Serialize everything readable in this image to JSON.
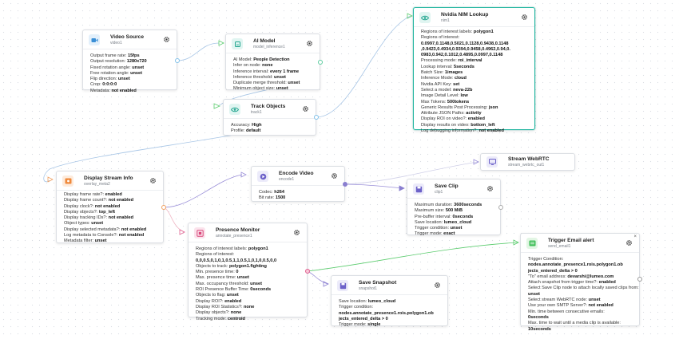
{
  "colors": {
    "accent": "#22b5a0",
    "wire_blue": "#a8c6e6",
    "wire_green": "#5ccc6f",
    "wire_purple": "#9a8fd8"
  },
  "nodes": {
    "video_source": {
      "title": "Video Source",
      "subtitle": "video1",
      "icon": "video-camera-icon",
      "rows": [
        {
          "k": "Output frame rate: ",
          "v": "15fps"
        },
        {
          "k": "Output resolution: ",
          "v": "1280x720"
        },
        {
          "k": "Fixed rotation angle: ",
          "v": "unset"
        },
        {
          "k": "Free rotation angle: ",
          "v": "unset"
        },
        {
          "k": "Flip direction: ",
          "v": "unset"
        },
        {
          "k": "Crop: ",
          "v": "0:0:0:0"
        },
        {
          "k": "Metadata: ",
          "v": "not enabled"
        }
      ]
    },
    "ai_model": {
      "title": "AI Model",
      "subtitle": "model_inference1",
      "icon": "ai-chip-icon",
      "rows": [
        {
          "k": "AI Model: ",
          "v": "People Detection"
        },
        {
          "k": "Infer on node: ",
          "v": "none"
        },
        {
          "k": "Inference interval: ",
          "v": "every 1 frame"
        },
        {
          "k": "Inference threshold: ",
          "v": "unset"
        },
        {
          "k": "Duplicate merge threshold: ",
          "v": "unset"
        },
        {
          "k": "Minimum object size: ",
          "v": "unset"
        }
      ]
    },
    "nim_lookup": {
      "title": "Nvidia NIM Lookup",
      "subtitle": "nim1",
      "icon": "eye-icon",
      "rows": [
        {
          "k": "Regions of interest labels: ",
          "v": "polygon1"
        },
        {
          "k": "Regions of interest:",
          "v": ""
        },
        {
          "k": "",
          "v": "0.0997,0.1148,0.5021,0.1128,0.9438,0.1148"
        },
        {
          "k": "",
          "v": ",0.9423,0.4934,0.9394,0.9458,0.4962,0.94,0."
        },
        {
          "k": "",
          "v": "0983,0.942,0.1012,0.4895,0.0997,0.1148"
        },
        {
          "k": "Processing mode: ",
          "v": "roi_interval"
        },
        {
          "k": "Lookup interval: ",
          "v": "5seconds"
        },
        {
          "k": "Batch Size: ",
          "v": "1images"
        },
        {
          "k": "Inference Mode: ",
          "v": "cloud"
        },
        {
          "k": "Nvidia API Key: ",
          "v": "set"
        },
        {
          "k": "Select a model: ",
          "v": "neva-22b"
        },
        {
          "k": "Image Detail Level: ",
          "v": "low"
        },
        {
          "k": "Max Tokens: ",
          "v": "500tokens"
        },
        {
          "k": "Generic Results Post Processing: ",
          "v": "json"
        },
        {
          "k": "Attribute JSON Paths: ",
          "v": "activity"
        },
        {
          "k": "Display ROI on video?: ",
          "v": "enabled"
        },
        {
          "k": "Display results on video: ",
          "v": "bottom_left"
        },
        {
          "k": "Log debugging information?: ",
          "v": "not enabled"
        }
      ]
    },
    "track_objects": {
      "title": "Track Objects",
      "subtitle": "track1",
      "icon": "target-eye-icon",
      "rows": [
        {
          "k": "Accuracy: ",
          "v": "High"
        },
        {
          "k": "Profile: ",
          "v": "default"
        }
      ]
    },
    "stream_webrtc": {
      "title": "Stream WebRTC",
      "subtitle": "stream_webrtc_out1",
      "icon": "monitor-icon",
      "rows": []
    },
    "display_stream_info": {
      "title": "Display Stream Info",
      "subtitle": "overlay_meta2",
      "icon": "display-info-icon",
      "rows": [
        {
          "k": "Display frame rate?: ",
          "v": "enabled"
        },
        {
          "k": "Display frame count?: ",
          "v": "not enabled"
        },
        {
          "k": "Display clock?: ",
          "v": "not enabled"
        },
        {
          "k": "Display objects?: ",
          "v": "top_left"
        },
        {
          "k": "Display tracking IDs?: ",
          "v": "not enabled"
        },
        {
          "k": "Object types: ",
          "v": "unset"
        },
        {
          "k": "Display selected metadata?: ",
          "v": "not enabled"
        },
        {
          "k": "Log metadata to Console?: ",
          "v": "not enabled"
        },
        {
          "k": "Metadata filter: ",
          "v": "unset"
        }
      ]
    },
    "encode_video": {
      "title": "Encode Video",
      "subtitle": "encode1",
      "icon": "encode-icon",
      "rows": [
        {
          "k": "Codec: ",
          "v": "h264"
        },
        {
          "k": "Bit rate: ",
          "v": "1500"
        }
      ]
    },
    "save_clip": {
      "title": "Save Clip",
      "subtitle": "clip1",
      "icon": "save-clip-icon",
      "rows": [
        {
          "k": "Maximum duration: ",
          "v": "3600seconds"
        },
        {
          "k": "Maximum size: ",
          "v": "500 MiB"
        },
        {
          "k": "Pre-buffer interval: ",
          "v": "0seconds"
        },
        {
          "k": "Save location: ",
          "v": "lumeo_cloud"
        },
        {
          "k": "Trigger condition: ",
          "v": "unset"
        },
        {
          "k": "Trigger mode: ",
          "v": "exact"
        }
      ]
    },
    "presence_monitor": {
      "title": "Presence Monitor",
      "subtitle": "annotate_presence1",
      "icon": "presence-icon",
      "rows": [
        {
          "k": "Regions of interest labels: ",
          "v": "polygon1"
        },
        {
          "k": "Regions of interest:",
          "v": ""
        },
        {
          "k": "",
          "v": "0,0,0.5,0,1,0,1,0.5,1,1,0.5,1,0,1,0,0.5,0,0"
        },
        {
          "k": "Objects to track: ",
          "v": "polygon1.fighting"
        },
        {
          "k": "Min. presence time: ",
          "v": "0"
        },
        {
          "k": "Max. presence time: ",
          "v": "unset"
        },
        {
          "k": "Max. occupancy threshold: ",
          "v": "unset"
        },
        {
          "k": "ROI Presence Buffer Time: ",
          "v": "0seconds"
        },
        {
          "k": "Objects to flag: ",
          "v": "unset"
        },
        {
          "k": "Display ROI?: ",
          "v": "enabled"
        },
        {
          "k": "Display ROI Statistics?: ",
          "v": "none"
        },
        {
          "k": "Display objects?: ",
          "v": "none"
        },
        {
          "k": "Tracking mode: ",
          "v": "centroid"
        }
      ]
    },
    "save_snapshot": {
      "title": "Save Snapshot",
      "subtitle": "snapshot1",
      "icon": "snapshot-icon",
      "rows": [
        {
          "k": "Save location: ",
          "v": "lumeo_cloud"
        },
        {
          "k": "Trigger condition:",
          "v": ""
        },
        {
          "k": "",
          "v": "nodes.annotate_presence1.rois.polygon1.ob"
        },
        {
          "k": "",
          "v": "jects_entered_delta > 0"
        },
        {
          "k": "Trigger mode: ",
          "v": "single"
        }
      ]
    },
    "trigger_email": {
      "title": "Trigger Email alert",
      "subtitle": "send_email1",
      "icon": "email-alert-icon",
      "close": "×",
      "rows": [
        {
          "k": "Trigger Condition:",
          "v": ""
        },
        {
          "k": "",
          "v": "nodes.annotate_presence1.rois.polygon1.ob"
        },
        {
          "k": "",
          "v": "jects_entered_delta > 0"
        },
        {
          "k": "\"To\" email address: ",
          "v": "devarshi@lumeo.com"
        },
        {
          "k": "Attach snapshot from trigger time?: ",
          "v": "enabled"
        },
        {
          "k": "Select Save Clip node to attach locally saved clips from:",
          "v": ""
        },
        {
          "k": "",
          "v": "unset"
        },
        {
          "k": "Select stream WebRTC node: ",
          "v": "unset"
        },
        {
          "k": "Use your own SMTP Server?: ",
          "v": "not enabled"
        },
        {
          "k": "Min. time between consecutive emails:",
          "v": ""
        },
        {
          "k": "",
          "v": "0seconds"
        },
        {
          "k": "Max. time to wait until a media clip is available:",
          "v": ""
        },
        {
          "k": "",
          "v": "10seconds"
        }
      ]
    }
  }
}
